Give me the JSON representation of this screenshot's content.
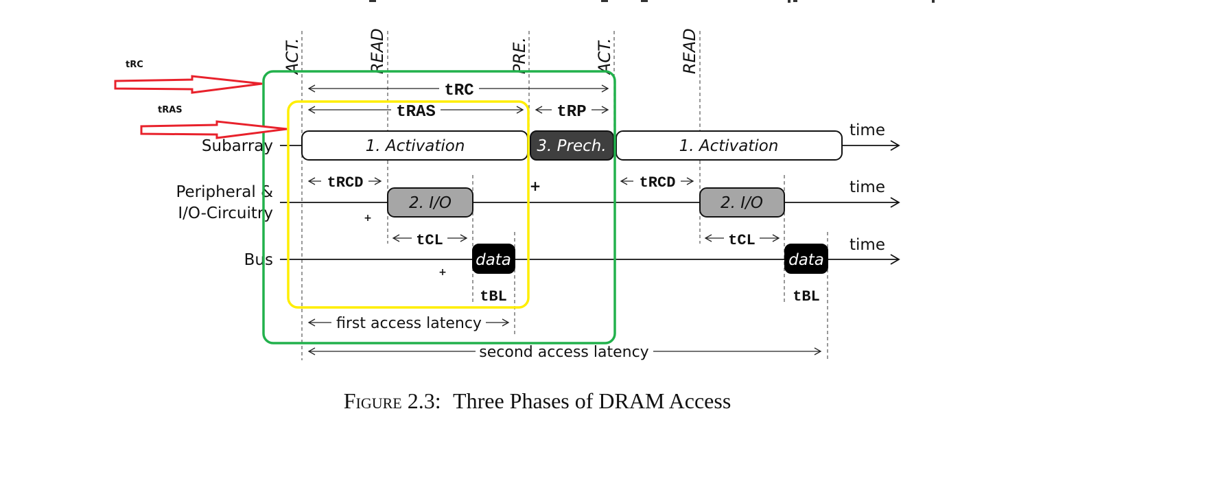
{
  "commands": [
    "ACT.",
    "READ",
    "PRE.",
    "ACT.",
    "READ"
  ],
  "rows": {
    "subarray": "Subarray",
    "peripheral_line1": "Peripheral &",
    "peripheral_line2": "I/O-Circuitry",
    "bus": "Bus"
  },
  "axis_label": "time",
  "phases": {
    "activation_1": "1. Activation",
    "precharge": "3. Prech.",
    "activation_2": "1. Activation",
    "io_1": "2. I/O",
    "io_2": "2. I/O",
    "data_1": "data",
    "data_2": "data"
  },
  "timings": {
    "trc": "tRC",
    "tras": "tRAS",
    "trp": "tRP",
    "trcd_1": "tRCD",
    "trcd_2": "tRCD",
    "tcl_1": "tCL",
    "tcl_2": "tCL",
    "tbl_1": "tBL",
    "tbl_2": "tBL"
  },
  "latencies": {
    "first": "first access latency",
    "second": "second access latency"
  },
  "annotations": {
    "trc_label": "tRC",
    "tras_label": "tRAS",
    "marker": "+"
  },
  "caption": {
    "prefix": "Figure 2.3:",
    "text": "Three Phases of DRAM Access"
  },
  "colors": {
    "annotation_red": "#e8212b",
    "trc_box_green": "#22b14c",
    "tras_box_yellow": "#ffee00",
    "io_fill": "#a6a6a6",
    "precharge_fill": "#3f3f3f",
    "data_fill": "#000000"
  }
}
